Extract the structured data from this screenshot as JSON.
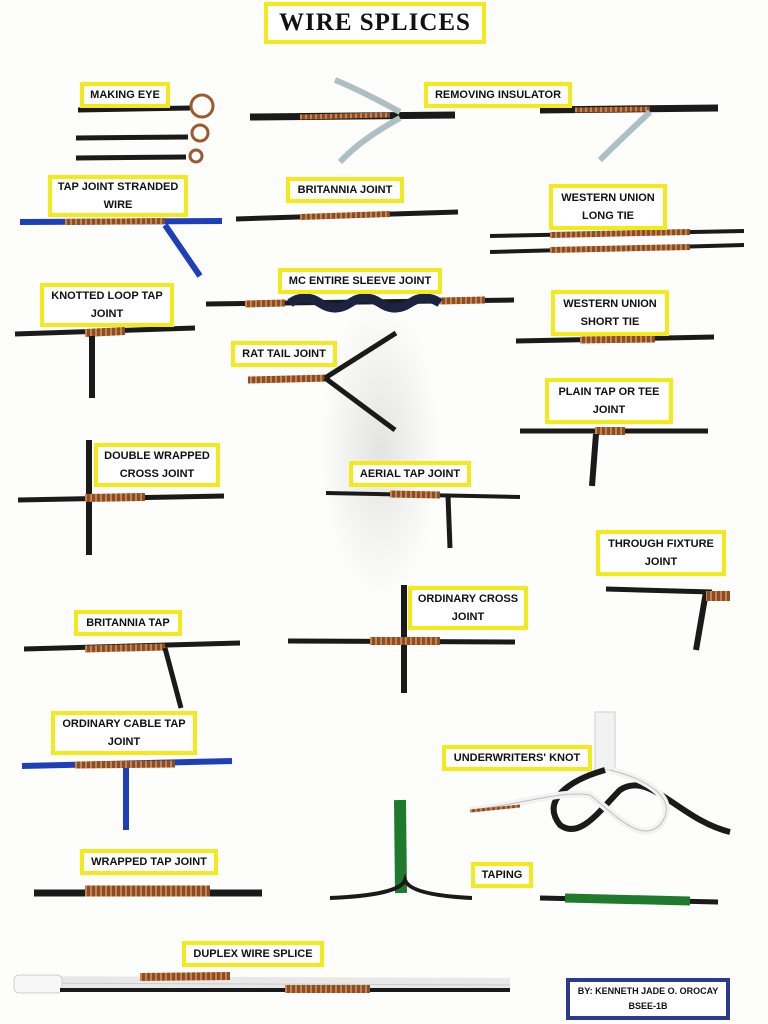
{
  "title": "WIRE SPLICES",
  "labels": {
    "making_eye": "MAKING EYE",
    "removing_insulator": "REMOVING INSULATOR",
    "tap_joint_stranded": "TAP JOINT STRANDED WIRE",
    "britannia_joint": "BRITANNIA JOINT",
    "western_union_long": "WESTERN UNION LONG TIE",
    "mc_entire_sleeve": "MC ENTIRE SLEEVE JOINT",
    "knotted_loop_tap": "KNOTTED LOOP TAP JOINT",
    "western_union_short": "WESTERN UNION SHORT TIE",
    "rat_tail": "RAT TAIL JOINT",
    "plain_tap": "PLAIN TAP OR TEE JOINT",
    "double_wrapped_cross": "DOUBLE WRAPPED CROSS JOINT",
    "aerial_tap": "AERIAL TAP JOINT",
    "through_fixture": "THROUGH FIXTURE JOINT",
    "britannia_tap": "BRITANNIA TAP",
    "ordinary_cross": "ORDINARY CROSS JOINT",
    "ordinary_cable_tap": "ORDINARY CABLE TAP JOINT",
    "underwriters_knot": "UNDERWRITERS' KNOT",
    "wrapped_tap": "WRAPPED TAP JOINT",
    "taping": "TAPING",
    "duplex_wire_splice": "DUPLEX WIRE SPLICE"
  },
  "author": {
    "line1": "BY: KENNETH JADE O. OROCAY",
    "line2": "BSEE-1B"
  },
  "colors": {
    "label_border": "#f2ea1a",
    "author_border": "#2b3a8f",
    "wire_black": "#1a1a1a",
    "copper": "#9a5a2e",
    "wire_blue": "#1f3fb8",
    "tape_green": "#1f7a2e"
  }
}
